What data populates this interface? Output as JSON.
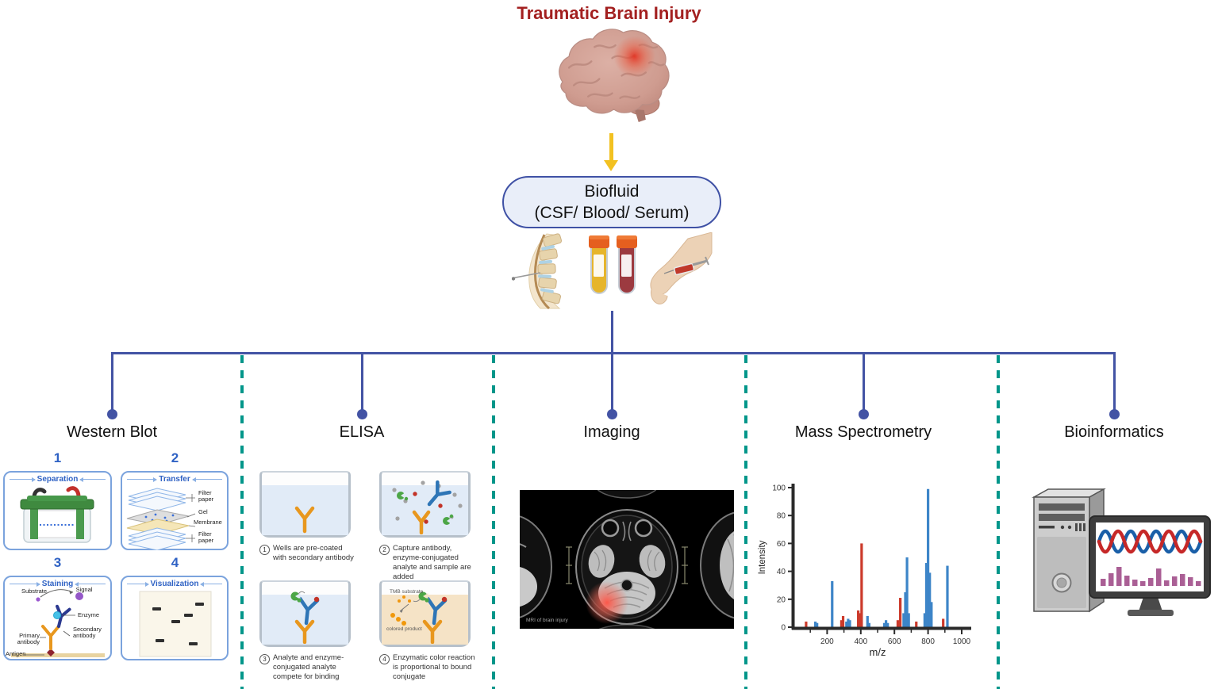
{
  "title": "Traumatic Brain Injury",
  "biofluid": {
    "line1": "Biofluid",
    "line2": "(CSF/ Blood/ Serum)"
  },
  "branches": [
    {
      "label": "Western Blot"
    },
    {
      "label": "ELISA"
    },
    {
      "label": "Imaging"
    },
    {
      "label": "Mass Spectrometry"
    },
    {
      "label": "Bioinformatics"
    }
  ],
  "western_blot": {
    "panel1": {
      "number": "1",
      "title": "Separation"
    },
    "panel2": {
      "number": "2",
      "title": "Transfer",
      "label_filter_top": "Filter paper",
      "label_gel": "Gel",
      "label_membrane": "Membrane",
      "label_filter_bottom": "Filter paper"
    },
    "panel3": {
      "number": "3",
      "title": "Staining",
      "label_substrate": "Substrate",
      "label_signal": "Signal",
      "label_enzyme": "Enzyme",
      "label_primary": "Primary antibody",
      "label_secondary": "Secondary antibody",
      "label_antigen": "Antigen"
    },
    "panel4": {
      "number": "4",
      "title": "Visualization"
    }
  },
  "elisa": {
    "step1": {
      "num": "1",
      "caption": "Wells are pre-coated with secondary antibody"
    },
    "step2": {
      "num": "2",
      "caption": "Capture antibody, enzyme-conjugated analyte and sample are added"
    },
    "step3": {
      "num": "3",
      "caption": "Analyte and enzyme-conjugated analyte compete for binding"
    },
    "step4": {
      "num": "4",
      "caption": "Enzymatic color reaction is proportional to bound conjugate",
      "label_substrate": "TMB substrate",
      "label_product": "colored product"
    }
  },
  "imaging": {
    "caption": "MRI of brain injury"
  },
  "chart_data": {
    "type": "bar",
    "title": "",
    "xlabel": "m/z",
    "ylabel": "Intensity",
    "xlim": [
      0,
      1000
    ],
    "ylim": [
      0,
      100
    ],
    "xticks": [
      200,
      400,
      600,
      800,
      1000
    ],
    "xticks_minor": [
      100,
      300,
      500,
      700,
      900
    ],
    "yticks": [
      0,
      20,
      40,
      60,
      80,
      100
    ],
    "grid": false,
    "legend": false,
    "series": [
      {
        "name": "red-peaks",
        "color": "#cc3a2b",
        "points": [
          [
            75,
            4
          ],
          [
            285,
            5
          ],
          [
            295,
            8
          ],
          [
            385,
            12
          ],
          [
            395,
            10
          ],
          [
            405,
            60
          ],
          [
            620,
            5
          ],
          [
            635,
            21
          ],
          [
            730,
            4
          ],
          [
            890,
            6
          ]
        ]
      },
      {
        "name": "blue-peaks",
        "color": "#3d85c8",
        "points": [
          [
            130,
            4
          ],
          [
            140,
            3
          ],
          [
            230,
            33
          ],
          [
            315,
            4
          ],
          [
            325,
            6
          ],
          [
            335,
            5
          ],
          [
            440,
            8
          ],
          [
            450,
            3
          ],
          [
            540,
            3
          ],
          [
            550,
            5
          ],
          [
            560,
            3
          ],
          [
            655,
            10
          ],
          [
            665,
            25
          ],
          [
            675,
            50
          ],
          [
            685,
            10
          ],
          [
            780,
            10
          ],
          [
            790,
            46
          ],
          [
            800,
            99
          ],
          [
            810,
            39
          ],
          [
            820,
            18
          ],
          [
            915,
            44
          ]
        ]
      }
    ]
  },
  "bioinformatics": {
    "screen_bars": [
      9,
      16,
      24,
      13,
      8,
      6,
      10,
      22,
      7,
      12,
      15,
      11,
      6
    ]
  },
  "colors": {
    "title_red": "#a32020",
    "tree_blue": "#4353a4",
    "separator_teal": "#00968a",
    "panel_border_blue": "#7ba3dd",
    "wb_label_blue": "#2f62c4",
    "antibody_orange": "#e8971e",
    "antibody_blue": "#2e75b6",
    "antibody_navy": "#2b3990",
    "enzyme_green": "#4ca646",
    "analyte_red": "#c23327",
    "biofluid_fill": "#e9eef9",
    "arrow_yellow": "#f2c121"
  }
}
